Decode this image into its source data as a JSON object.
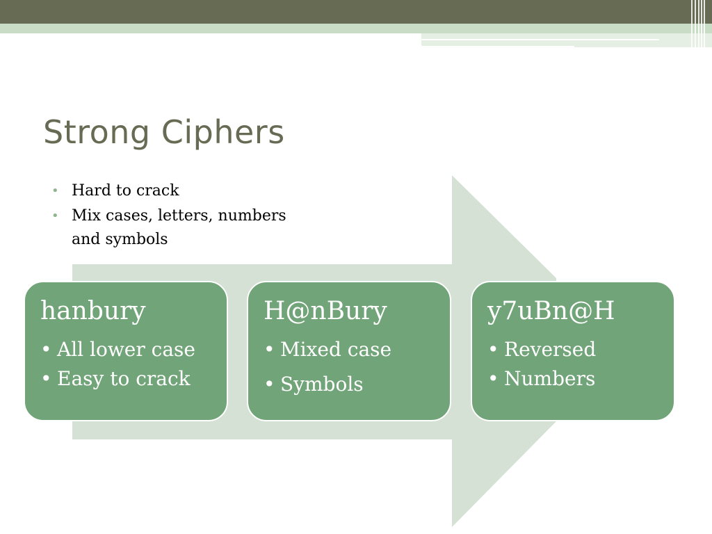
{
  "slide": {
    "title": "Strong Ciphers",
    "bullets": [
      "Hard to crack",
      "Mix cases, letters, numbers and symbols"
    ],
    "bullet_glyph": "•"
  },
  "diagram": {
    "arrow_color": "#d5e1d4",
    "box_color": "#72a479",
    "boxes": [
      {
        "title": "hanbury",
        "items": [
          "All lower case",
          "Easy to crack"
        ]
      },
      {
        "title": "H@nBury",
        "items": [
          "Mixed case",
          "Symbols"
        ]
      },
      {
        "title": "y7uBn@H",
        "items": [
          "Reversed",
          "Numbers"
        ]
      }
    ]
  },
  "colors": {
    "banner_dark": "#676b54",
    "banner_light": "#c9dcc6",
    "title": "#676b54",
    "bullet_dot": "#8fb58d"
  }
}
